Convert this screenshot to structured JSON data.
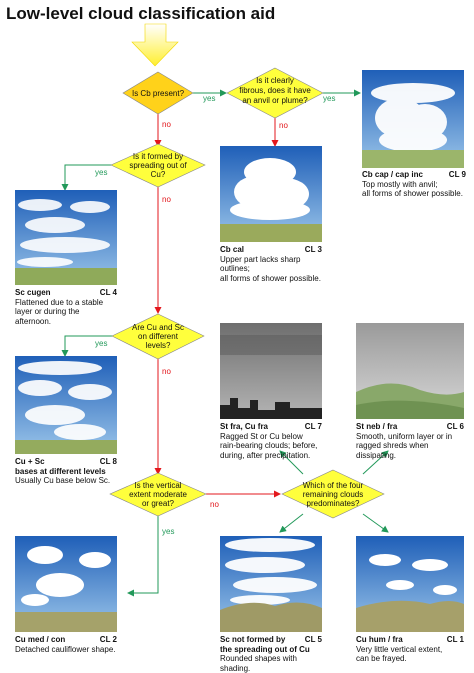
{
  "title": "Low-level cloud classification aid",
  "colors": {
    "decision_fill": "#ffff3c",
    "first_fill": "#ffd21a",
    "no_line": "#e3171c",
    "yes_line": "#22995a",
    "sky": "#2f73c7",
    "grey_sky": "#8c8c8c"
  },
  "decisions": {
    "cb_present": "Is Cb present?",
    "fibrous": [
      "Is it clearly",
      "fibrous, does it have",
      "an anvil or plume?"
    ],
    "spreading": [
      "Is it formed by",
      "spreading out of",
      "Cu?"
    ],
    "different_levels": [
      "Are Cu and Sc",
      "on different",
      "levels?"
    ],
    "vertical_extent": [
      "Is the vertical",
      "extent moderate",
      "or great?"
    ],
    "four_remaining": [
      "Which of the four",
      "remaining clouds",
      "predominates?"
    ]
  },
  "labels": {
    "yes": "yes",
    "no": "no"
  },
  "clouds": {
    "cb_cap": {
      "code": "Cb cap / cap inc",
      "cl": "CL 9",
      "desc": [
        "Top mostly with anvil;",
        "all forms of shower possible."
      ]
    },
    "cb_cal": {
      "code": "Cb cal",
      "cl": "CL 3",
      "desc": [
        "Upper part lacks sharp outlines;",
        "all forms of shower possible."
      ]
    },
    "sc_cugen": {
      "code": "Sc cugen",
      "cl": "CL 4",
      "desc": [
        "Flattened due to a stable",
        "layer or during the afternoon."
      ]
    },
    "cu_sc": {
      "code": "Cu + Sc",
      "code2": "bases at different levels",
      "cl": "CL 8",
      "desc": [
        "Usually Cu base below Sc."
      ]
    },
    "st_fra": {
      "code": "St fra, Cu fra",
      "cl": "CL 7",
      "desc": [
        "Ragged St or Cu below",
        "rain-bearing clouds; before,",
        "during, after precipitation."
      ]
    },
    "st_neb": {
      "code": "St neb / fra",
      "cl": "CL 6",
      "desc": [
        "Smooth, uniform layer or in",
        "ragged shreds when",
        "dissipating."
      ]
    },
    "cu_med": {
      "code": "Cu med / con",
      "cl": "CL 2",
      "desc": [
        "Detached cauliflower shape."
      ]
    },
    "sc_not": {
      "code": "Sc not formed by",
      "code2": "the spreading out of Cu",
      "cl": "CL 5",
      "desc": [
        "Rounded shapes with shading."
      ]
    },
    "cu_hum": {
      "code": "Cu hum / fra",
      "cl": "CL 1",
      "desc": [
        "Very little vertical extent,",
        "can be frayed."
      ]
    }
  }
}
